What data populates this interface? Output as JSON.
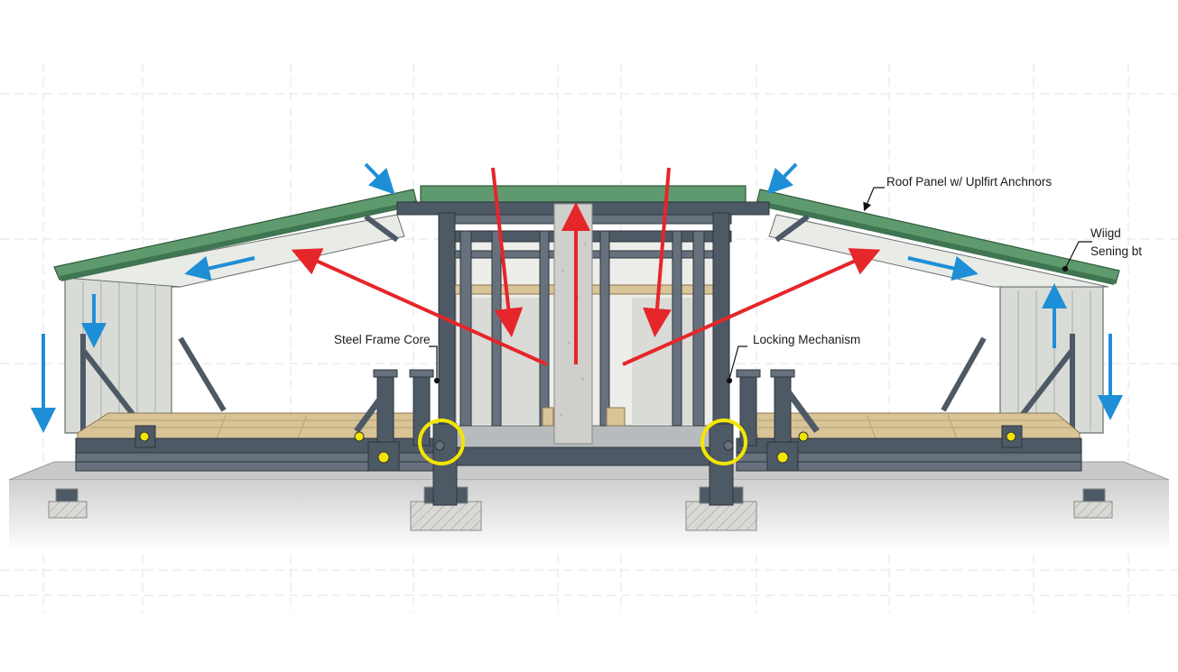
{
  "labels": {
    "roof_panel": "Roof Panel w/ Uplfirt Anchnors",
    "wing_line1": "Wiigd",
    "wing_line2": "Sening bt",
    "steel_frame": "Steel Frame Core",
    "locking": "Locking Mechanism"
  },
  "colors": {
    "roof_green": "#5f9a6e",
    "steel": "#4e5966",
    "force_red": "#e5262a",
    "wind_blue": "#1e8fd6",
    "lock_yellow": "#f2e600",
    "deck_wood": "#d8c497",
    "panel_gray": "#d9dcd6",
    "concrete": "#cfcfcb"
  }
}
